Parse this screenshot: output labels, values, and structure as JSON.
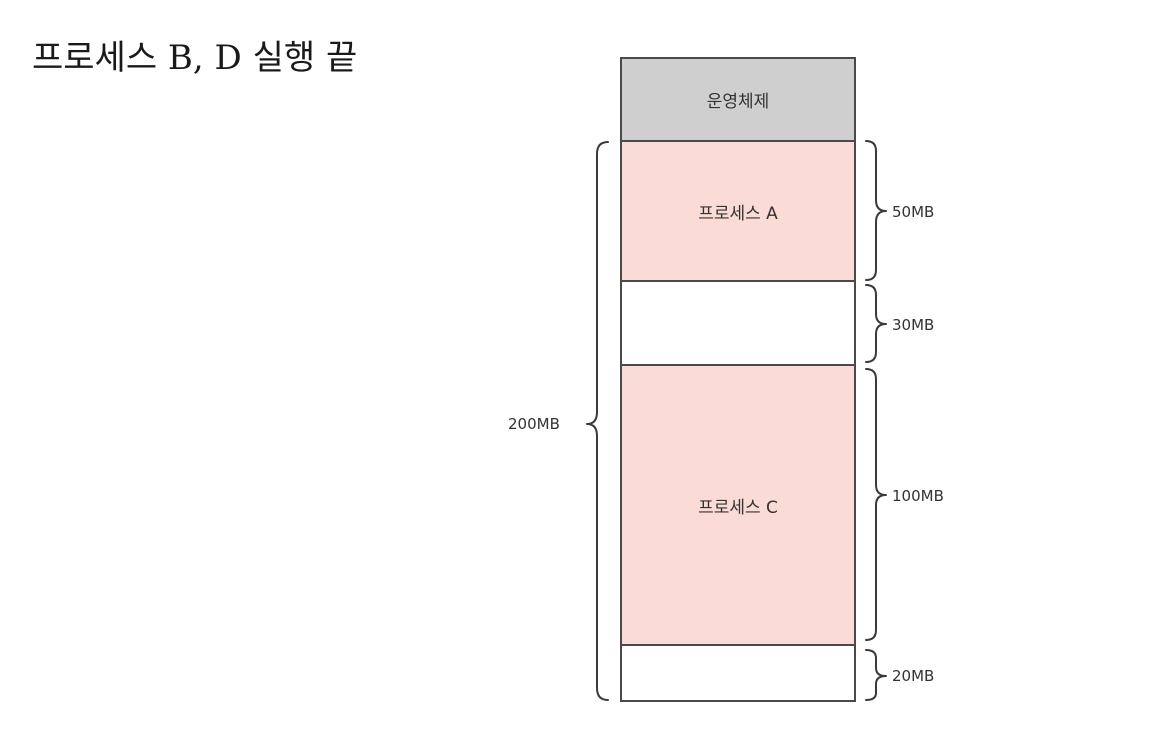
{
  "title": "프로세스 B, D 실행 끝",
  "memory": {
    "os_label": "운영체제",
    "process_a_label": "프로세스 A",
    "process_c_label": "프로세스 C"
  },
  "sizes": {
    "a": "50MB",
    "free1": "30MB",
    "c": "100MB",
    "free2": "20MB",
    "total": "200MB"
  },
  "colors": {
    "os_block": "#cfcfcf",
    "process_block": "#fadbd6",
    "free_block": "#ffffff",
    "border": "#4a4a4a"
  }
}
